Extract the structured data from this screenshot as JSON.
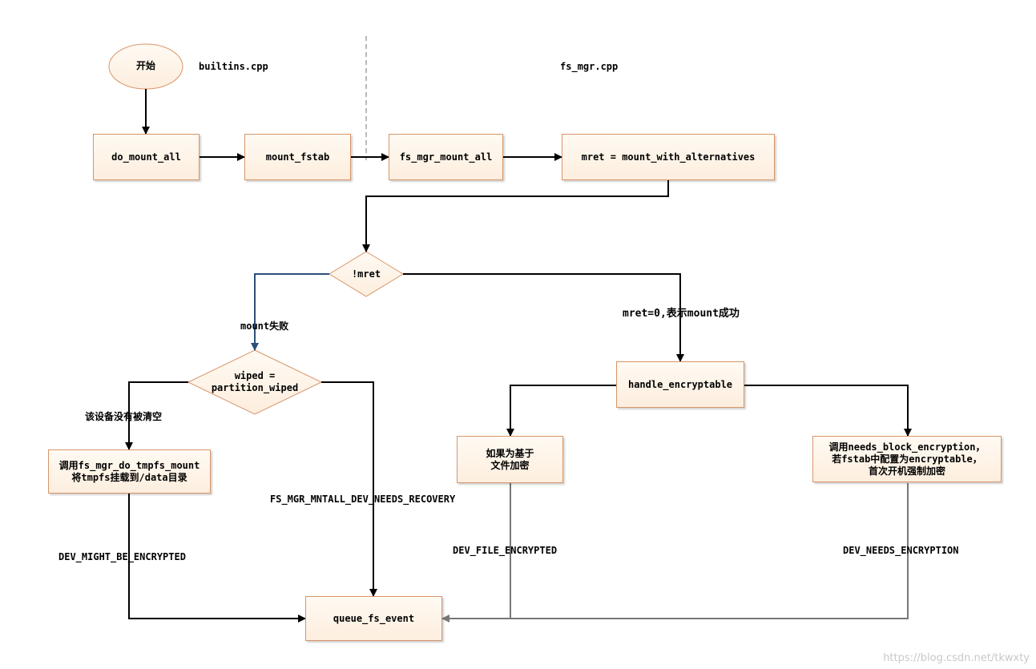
{
  "files": {
    "left": "builtins.cpp",
    "right": "fs_mgr.cpp"
  },
  "nodes": {
    "start": "开始",
    "do_mount_all": "do_mount_all",
    "mount_fstab": "mount_fstab",
    "fs_mgr_mount_all": "fs_mgr_mount_all",
    "mret_assign": "mret = mount_with_alternatives",
    "not_mret": "!mret",
    "wiped_check": "wiped =\npartition_wiped",
    "handle_encryptable": "handle_encryptable",
    "tmpfs_mount": "调用fs_mgr_do_tmpfs_mount\n将tmpfs挂载到/data目录",
    "file_based": "如果为基于\n文件加密",
    "needs_block": "调用needs_block_encryption，\n若fstab中配置为encryptable，\n首次开机强制加密",
    "queue_fs_event": "queue_fs_event"
  },
  "edge_labels": {
    "mount_fail": "mount失败",
    "mount_success": "mret=0,表示mount成功",
    "not_wiped": "该设备没有被清空",
    "needs_recovery": "FS_MGR_MNTALL_DEV_NEEDS_RECOVERY",
    "might_be_encrypted": "DEV_MIGHT_BE_ENCRYPTED",
    "file_encrypted": "DEV_FILE_ENCRYPTED",
    "needs_encryption": "DEV_NEEDS_ENCRYPTION"
  },
  "watermark": "https://blog.csdn.net/tkwxty"
}
